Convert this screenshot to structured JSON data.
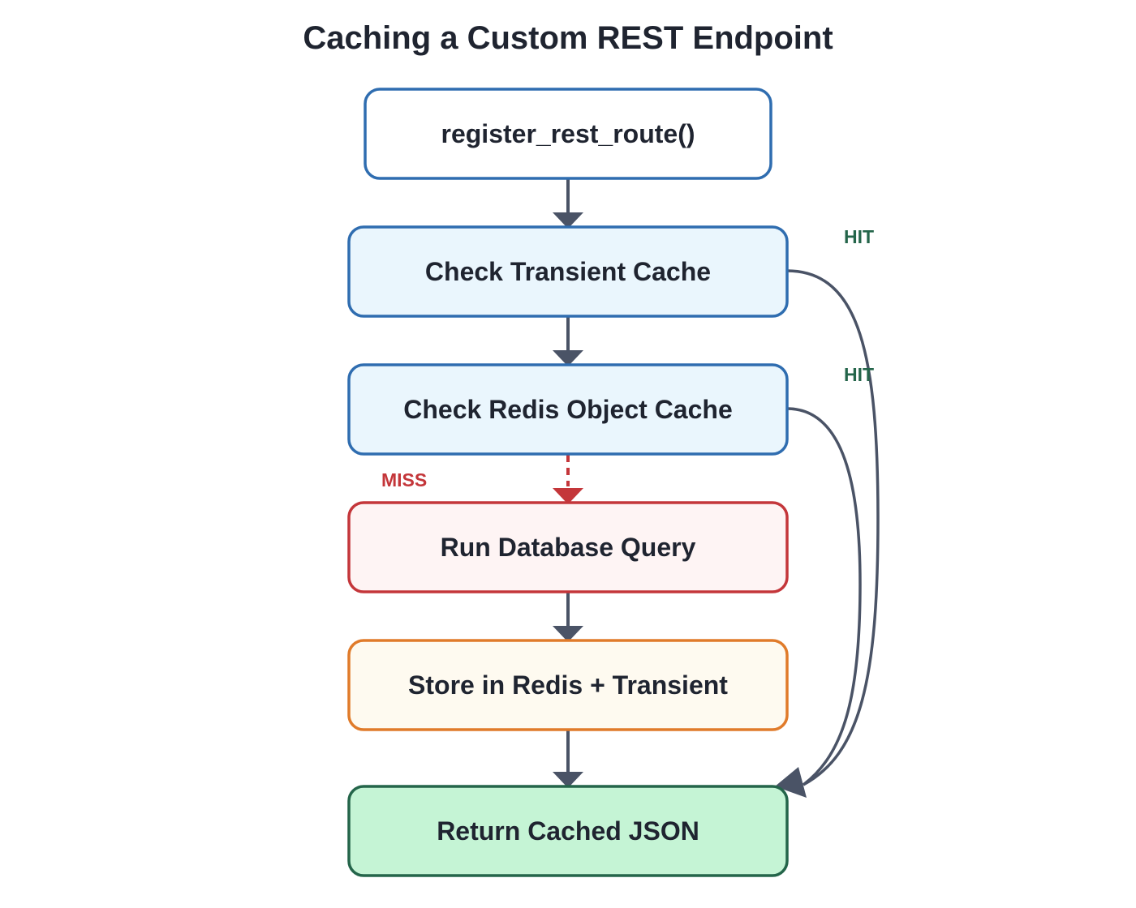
{
  "title": "Caching a Custom REST Endpoint",
  "nodes": [
    {
      "id": "register",
      "label": "register_rest_route()",
      "fill": "#ffffff",
      "stroke": "#2f6db0"
    },
    {
      "id": "transient",
      "label": "Check Transient Cache",
      "fill": "#eaf6fd",
      "stroke": "#2f6db0"
    },
    {
      "id": "redis",
      "label": "Check Redis Object Cache",
      "fill": "#eaf6fd",
      "stroke": "#2f6db0"
    },
    {
      "id": "db",
      "label": "Run Database Query",
      "fill": "#fef4f4",
      "stroke": "#c4363a"
    },
    {
      "id": "store",
      "label": "Store in Redis + Transient",
      "fill": "#fefaf0",
      "stroke": "#e07b2a"
    },
    {
      "id": "return",
      "label": "Return Cached JSON",
      "fill": "#c5f4d5",
      "stroke": "#24654a"
    }
  ],
  "edges": [
    {
      "from": "register",
      "to": "transient",
      "label": "",
      "style": "solid"
    },
    {
      "from": "transient",
      "to": "redis",
      "label": "",
      "style": "solid"
    },
    {
      "from": "redis",
      "to": "db",
      "label": "MISS",
      "style": "dashed"
    },
    {
      "from": "db",
      "to": "store",
      "label": "",
      "style": "solid"
    },
    {
      "from": "store",
      "to": "return",
      "label": "",
      "style": "solid"
    },
    {
      "from": "transient",
      "to": "return",
      "label": "HIT",
      "style": "curved"
    },
    {
      "from": "redis",
      "to": "return",
      "label": "HIT",
      "style": "curved"
    }
  ],
  "colors": {
    "edge": "#4a5366",
    "miss": "#c4363a",
    "hit": "#24654a"
  }
}
